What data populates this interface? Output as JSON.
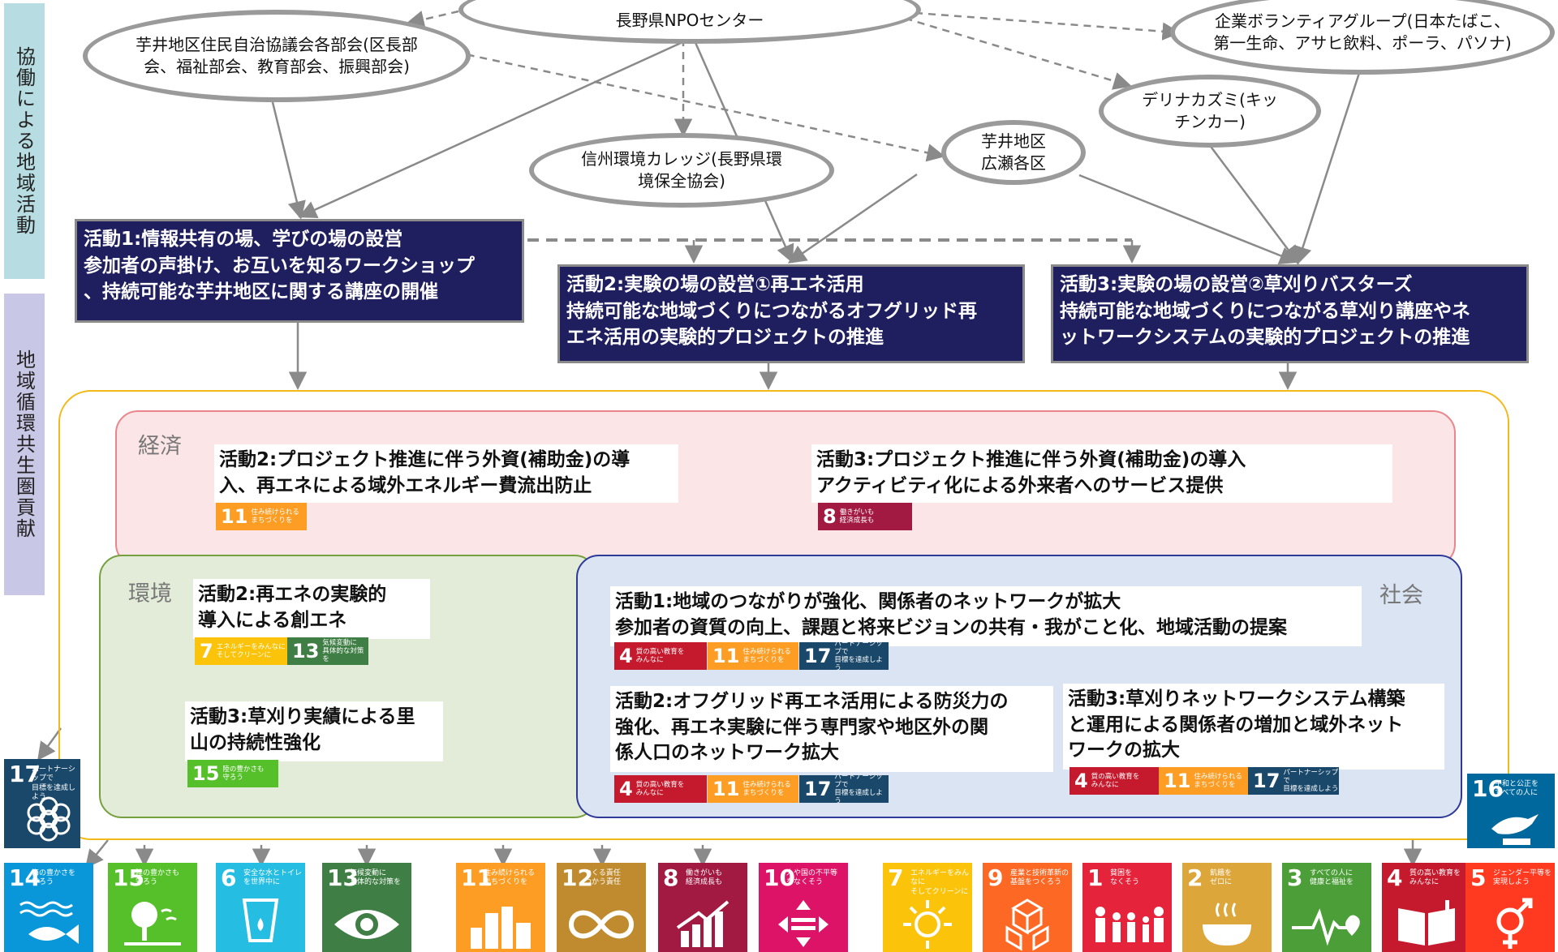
{
  "side_labels": {
    "top": "協働による地域活動",
    "bottom": "地域循環共生圏貢献"
  },
  "actors": [
    {
      "name": "長野県NPOセンター"
    },
    {
      "name": "芋井地区住民自治協議会各部会(区長部会、福祉部会、教育部会、振興部会)"
    },
    {
      "name": "企業ボランティアグループ(日本たばこ、第一生命、アサヒ飲料、ポーラ、パソナ)"
    },
    {
      "name": "デリナカズミ(キッチンカー)"
    },
    {
      "name": "芋井地区広瀬各区"
    },
    {
      "name": "信州環境カレッジ(長野県環境保全協会)"
    }
  ],
  "activities": [
    {
      "text": "活動1:情報共有の場、学びの場の設営\n参加者の声掛け、お互いを知るワークショップ\n、持続可能な芋井地区に関する講座の開催"
    },
    {
      "text": "活動2:実験の場の設営①再エネ活用\n持続可能な地域づくりにつながるオフグリッド再\nエネ活用の実験的プロジェクトの推進"
    },
    {
      "text": "活動3:実験の場の設営②草刈りバスターズ\n持続可能な地域づくりにつながる草刈り講座やネ\nットワークシステムの実験的プロジェクトの推進"
    }
  ],
  "regions": {
    "economy": {
      "label": "経済",
      "items": [
        {
          "text": "活動2:プロジェクト推進に伴う外資(補助金)の導\n入、再エネによる域外エネルギー費流出防止"
        },
        {
          "text": "活動3:プロジェクト推進に伴う外資(補助金)の導入\nアクティビティ化による外来者へのサービス提供"
        }
      ]
    },
    "environment": {
      "label": "環境",
      "items": [
        {
          "text": "活動2:再エネの実験的\n導入による創エネ"
        },
        {
          "text": "活動3:草刈り実績による里\n山の持続性強化"
        }
      ]
    },
    "society": {
      "label": "社会",
      "items": [
        {
          "text": "活動1:地域のつながりが強化、関係者のネットワークが拡大\n参加者の資質の向上、課題と将来ビジョンの共有・我がこと化、地域活動の提案"
        },
        {
          "text": "活動2:オフグリッド再エネ活用による防災力の\n強化、再エネ実験に伴う専門家や地区外の関\n係人口のネットワーク拡大"
        },
        {
          "text": "活動3:草刈りネットワークシステム構築\nと運用による関係者の増加と域外ネット\nワークの拡大"
        }
      ]
    }
  },
  "sdg_badges": {
    "b4": {
      "num": "4",
      "text": "質の高い教育を\nみんなに",
      "color": "#c5192d"
    },
    "b7": {
      "num": "7",
      "text": "エネルギーをみんなに\nそしてクリーンに",
      "color": "#fcc30b"
    },
    "b8": {
      "num": "8",
      "text": "働きがいも\n経済成長も",
      "color": "#a21942"
    },
    "b11": {
      "num": "11",
      "text": "住み続けられる\nまちづくりを",
      "color": "#fd9d24"
    },
    "b13": {
      "num": "13",
      "text": "気候変動に\n具体的な対策を",
      "color": "#3f7e44"
    },
    "b15": {
      "num": "15",
      "text": "陸の豊かさも\n守ろう",
      "color": "#56c02b"
    },
    "b17": {
      "num": "17",
      "text": "パートナーシップで\n目標を達成しよう",
      "color": "#19486a"
    }
  },
  "side_tiles": [
    {
      "num": "17",
      "text": "パートナーシップで\n目標を達成しよう",
      "color": "#19486a",
      "icon": "flower-icon"
    },
    {
      "num": "16",
      "text": "平和と公正を\nすべての人に",
      "color": "#00689d",
      "icon": "dove-icon"
    }
  ],
  "bottom_tiles": [
    {
      "num": "14",
      "text": "海の豊かさを\n守ろう",
      "color": "#0a97d9",
      "icon": "fish-icon"
    },
    {
      "num": "15",
      "text": "陸の豊かさも\n守ろう",
      "color": "#56c02b",
      "icon": "tree-icon"
    },
    {
      "num": "6",
      "text": "安全な水とトイレ\nを世界中に",
      "color": "#26bde2",
      "icon": "water-icon"
    },
    {
      "num": "13",
      "text": "気候変動に\n具体的な対策を",
      "color": "#3f7e44",
      "icon": "eye-icon"
    },
    {
      "num": "11",
      "text": "住み続けられる\nまちづくりを",
      "color": "#fd9d24",
      "icon": "city-icon"
    },
    {
      "num": "12",
      "text": "つくる責任\nつかう責任",
      "color": "#bf8b2e",
      "icon": "infinity-icon"
    },
    {
      "num": "8",
      "text": "働きがいも\n経済成長も",
      "color": "#a21942",
      "icon": "growth-icon"
    },
    {
      "num": "10",
      "text": "人や国の不平等\nをなくそう",
      "color": "#dd1367",
      "icon": "equality-icon"
    },
    {
      "num": "7",
      "text": "エネルギーをみんなに\nそしてクリーンに",
      "color": "#fcc30b",
      "icon": "sun-icon"
    },
    {
      "num": "9",
      "text": "産業と技術革新の\n基盤をつくろう",
      "color": "#fd6925",
      "icon": "cubes-icon"
    },
    {
      "num": "1",
      "text": "貧困を\nなくそう",
      "color": "#e5243b",
      "icon": "family-icon"
    },
    {
      "num": "2",
      "text": "飢餓を\nゼロに",
      "color": "#dda63a",
      "icon": "bowl-icon"
    },
    {
      "num": "3",
      "text": "すべての人に\n健康と福祉を",
      "color": "#4c9f38",
      "icon": "heartbeat-icon"
    },
    {
      "num": "4",
      "text": "質の高い教育を\nみんなに",
      "color": "#c5192d",
      "icon": "book-icon"
    },
    {
      "num": "5",
      "text": "ジェンダー平等を\n実現しよう",
      "color": "#ff3a21",
      "icon": "gender-icon"
    }
  ]
}
